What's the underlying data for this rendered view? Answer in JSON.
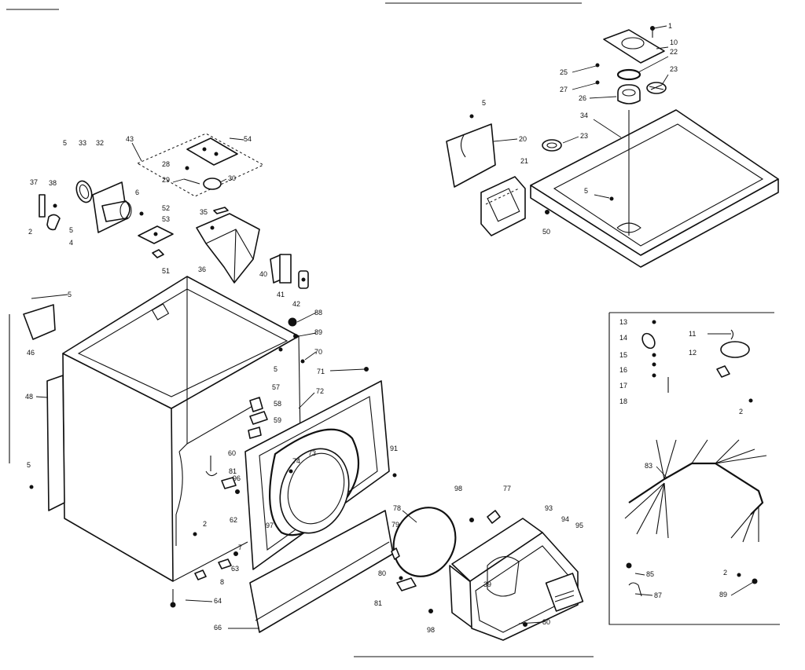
{
  "diagram": {
    "labels": [
      {
        "id": "l1",
        "text": "1"
      },
      {
        "id": "l10",
        "text": "10"
      },
      {
        "id": "l22",
        "text": "22"
      },
      {
        "id": "l23a",
        "text": "23"
      },
      {
        "id": "l25",
        "text": "25"
      },
      {
        "id": "l27",
        "text": "27"
      },
      {
        "id": "l26",
        "text": "26"
      },
      {
        "id": "l5a",
        "text": "5"
      },
      {
        "id": "l34",
        "text": "34"
      },
      {
        "id": "l20",
        "text": "20"
      },
      {
        "id": "l23b",
        "text": "23"
      },
      {
        "id": "l21",
        "text": "21"
      },
      {
        "id": "l5b",
        "text": "5"
      },
      {
        "id": "l50",
        "text": "50"
      },
      {
        "id": "l43",
        "text": "43"
      },
      {
        "id": "l54",
        "text": "54"
      },
      {
        "id": "l5c",
        "text": "5"
      },
      {
        "id": "l33",
        "text": "33"
      },
      {
        "id": "l32",
        "text": "32"
      },
      {
        "id": "l28",
        "text": "28"
      },
      {
        "id": "l29",
        "text": "29"
      },
      {
        "id": "l30",
        "text": "30"
      },
      {
        "id": "l37",
        "text": "37"
      },
      {
        "id": "l38",
        "text": "38"
      },
      {
        "id": "l6",
        "text": "6"
      },
      {
        "id": "l52",
        "text": "52"
      },
      {
        "id": "l35",
        "text": "35"
      },
      {
        "id": "l53",
        "text": "53"
      },
      {
        "id": "l2a",
        "text": "2"
      },
      {
        "id": "l5d",
        "text": "5"
      },
      {
        "id": "l4",
        "text": "4"
      },
      {
        "id": "l51",
        "text": "51"
      },
      {
        "id": "l36",
        "text": "36"
      },
      {
        "id": "l40",
        "text": "40"
      },
      {
        "id": "l41",
        "text": "41"
      },
      {
        "id": "l42",
        "text": "42"
      },
      {
        "id": "l5e",
        "text": "5"
      },
      {
        "id": "l46",
        "text": "46"
      },
      {
        "id": "l88",
        "text": "88"
      },
      {
        "id": "l89",
        "text": "89"
      },
      {
        "id": "l70",
        "text": "70"
      },
      {
        "id": "l5f",
        "text": "5"
      },
      {
        "id": "l71",
        "text": "71"
      },
      {
        "id": "l72",
        "text": "72"
      },
      {
        "id": "l57",
        "text": "57"
      },
      {
        "id": "l58",
        "text": "58"
      },
      {
        "id": "l59",
        "text": "59"
      },
      {
        "id": "l48",
        "text": "48"
      },
      {
        "id": "l60",
        "text": "60"
      },
      {
        "id": "l73",
        "text": "73"
      },
      {
        "id": "l74",
        "text": "74"
      },
      {
        "id": "l91",
        "text": "91"
      },
      {
        "id": "l81a",
        "text": "81"
      },
      {
        "id": "l96",
        "text": "96"
      },
      {
        "id": "l5g",
        "text": "5"
      },
      {
        "id": "l62",
        "text": "62"
      },
      {
        "id": "l97",
        "text": "97"
      },
      {
        "id": "l2b",
        "text": "2"
      },
      {
        "id": "l7",
        "text": "7"
      },
      {
        "id": "l63",
        "text": "63"
      },
      {
        "id": "l8",
        "text": "8"
      },
      {
        "id": "l64",
        "text": "64"
      },
      {
        "id": "l66",
        "text": "66"
      },
      {
        "id": "l78",
        "text": "78"
      },
      {
        "id": "l98a",
        "text": "98"
      },
      {
        "id": "l77",
        "text": "77"
      },
      {
        "id": "l79",
        "text": "79"
      },
      {
        "id": "l93",
        "text": "93"
      },
      {
        "id": "l94",
        "text": "94"
      },
      {
        "id": "l95",
        "text": "95"
      },
      {
        "id": "l80a",
        "text": "80"
      },
      {
        "id": "l39",
        "text": "39"
      },
      {
        "id": "l81b",
        "text": "81"
      },
      {
        "id": "l98b",
        "text": "98"
      },
      {
        "id": "l80b",
        "text": "80"
      },
      {
        "id": "l13",
        "text": "13"
      },
      {
        "id": "l11",
        "text": "11"
      },
      {
        "id": "l14",
        "text": "14"
      },
      {
        "id": "l12",
        "text": "12"
      },
      {
        "id": "l15",
        "text": "15"
      },
      {
        "id": "l16",
        "text": "16"
      },
      {
        "id": "l17",
        "text": "17"
      },
      {
        "id": "l18",
        "text": "18"
      },
      {
        "id": "l2c",
        "text": "2"
      },
      {
        "id": "l83",
        "text": "83"
      },
      {
        "id": "l85",
        "text": "85"
      },
      {
        "id": "l2d",
        "text": "2"
      },
      {
        "id": "l87",
        "text": "87"
      },
      {
        "id": "l89b",
        "text": "89"
      }
    ]
  }
}
